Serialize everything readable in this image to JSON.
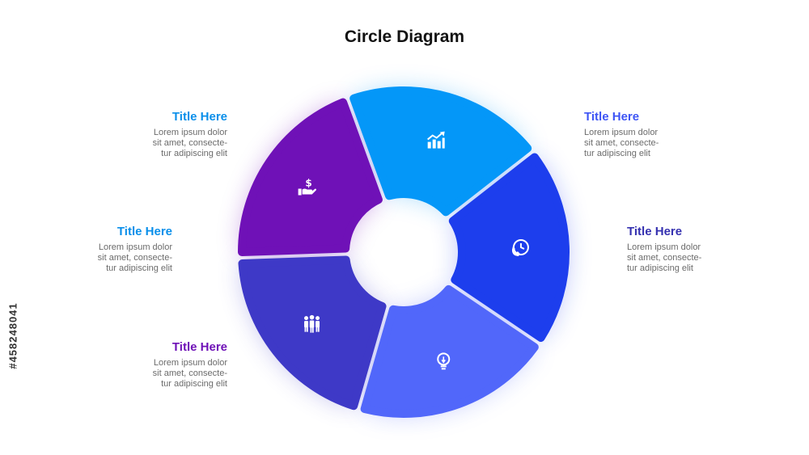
{
  "header": {
    "title": "Circle Diagram"
  },
  "segments": [
    {
      "id": "top-left",
      "color": "#0497F8",
      "icon": "growth-chart-icon"
    },
    {
      "id": "top-right",
      "color": "#1D3EED",
      "icon": "phone-clock-icon"
    },
    {
      "id": "right",
      "color": "#5167FA",
      "icon": "lightbulb-icon"
    },
    {
      "id": "bottom",
      "color": "#3E39C7",
      "icon": "team-people-icon"
    },
    {
      "id": "left",
      "color": "#6F11B7",
      "icon": "hand-dollar-icon"
    }
  ],
  "callouts": [
    {
      "title": "Title Here",
      "body": "Lorem ipsum dolor\nsit amet, consecte-\ntur adipiscing elit",
      "color": "#0A8FEA"
    },
    {
      "title": "Title Here",
      "body": "Lorem ipsum dolor\nsit amet, consecte-\ntur adipiscing elit",
      "color": "#3E55F5"
    },
    {
      "title": "Title Here",
      "body": "Lorem ipsum dolor\nsit amet, consecte-\ntur adipiscing elit",
      "color": "#0A8FEA"
    },
    {
      "title": "Title Here",
      "body": "Lorem ipsum dolor\nsit amet, consecte-\ntur adipiscing elit",
      "color": "#3531B0"
    },
    {
      "title": "Title Here",
      "body": "Lorem ipsum dolor\nsit amet, consecte-\ntur adipiscing elit",
      "color": "#6F11B7"
    }
  ],
  "stock_id": "#458248041"
}
